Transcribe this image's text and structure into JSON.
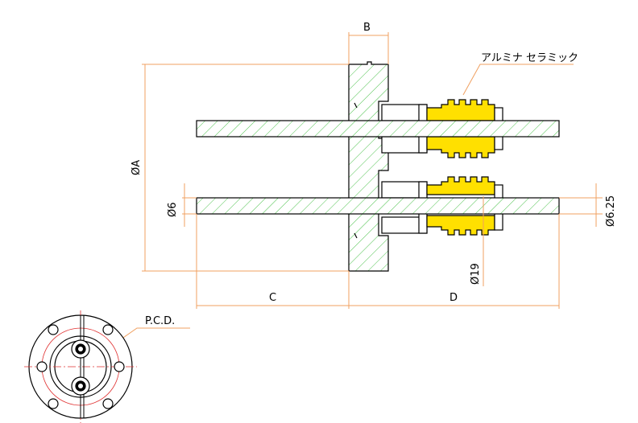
{
  "labels": {
    "b": "B",
    "c": "C",
    "d": "D",
    "phi_a": "ØA",
    "phi_6": "Ø6",
    "phi_625": "Ø6.25",
    "phi_19": "Ø19",
    "pcd": "P.C.D.",
    "ceramic": "アルミナ セラミック"
  },
  "colors": {
    "dimension": "#f0a060",
    "hatch": "#4cc24c",
    "ceramic": "#ffe000",
    "outline": "#000000",
    "centerline": "#e03030"
  }
}
